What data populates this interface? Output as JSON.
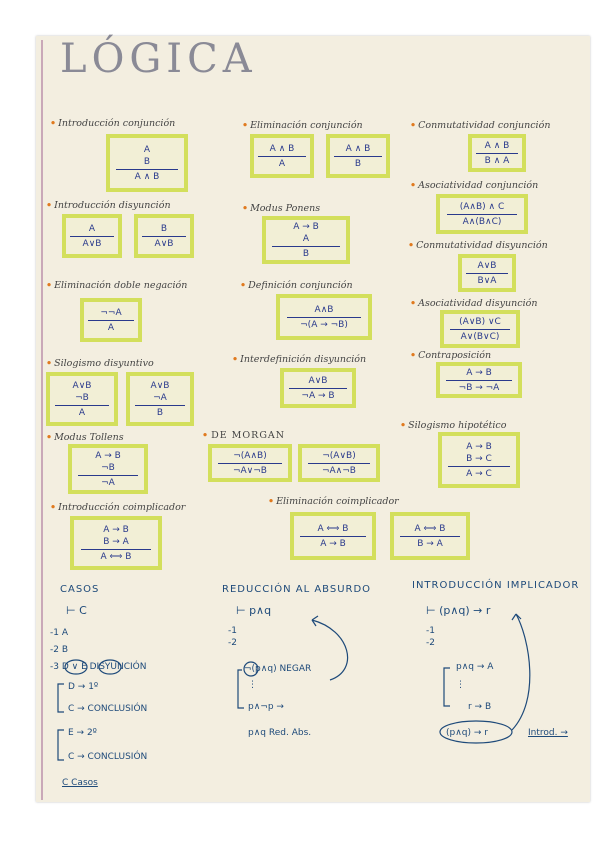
{
  "title": "LÓGICA",
  "rules": [
    {
      "heading": "Introducción conjunción",
      "boxes": [
        [
          "A",
          "B",
          "—",
          "A ∧ B"
        ]
      ]
    },
    {
      "heading": "Eliminación conjunción",
      "boxes": [
        [
          "A ∧ B",
          "—",
          "A"
        ],
        [
          "A ∧ B",
          "—",
          "B"
        ]
      ]
    },
    {
      "heading": "Conmutatividad conjunción",
      "boxes": [
        [
          "A ∧ B",
          "—",
          "B ∧ A"
        ]
      ]
    },
    {
      "heading": "Introducción disyunción",
      "boxes": [
        [
          "A",
          "—",
          "A∨B"
        ],
        [
          "B",
          "—",
          "A∨B"
        ]
      ]
    },
    {
      "heading": "Modus Ponens",
      "boxes": [
        [
          "A → B",
          "A",
          "—",
          "B"
        ]
      ]
    },
    {
      "heading": "Asociatividad conjunción",
      "boxes": [
        [
          "(A∧B) ∧ C",
          "—",
          "A∧(B∧C)"
        ]
      ]
    },
    {
      "heading": "Conmutatividad disyunción",
      "boxes": [
        [
          "A∨B",
          "—",
          "B∨A"
        ]
      ]
    },
    {
      "heading": "Eliminación doble negación",
      "boxes": [
        [
          "¬¬A",
          "—",
          "A"
        ]
      ]
    },
    {
      "heading": "Definición conjunción",
      "boxes": [
        [
          "A∧B",
          "—",
          "¬(A → ¬B)"
        ]
      ]
    },
    {
      "heading": "Asociatividad disyunción",
      "boxes": [
        [
          "(A∨B) ∨C",
          "—",
          "A∨(B∨C)"
        ]
      ]
    },
    {
      "heading": "Silogismo disyuntivo",
      "boxes": [
        [
          "A∨B",
          "¬B",
          "—",
          "A"
        ],
        [
          "A∨B",
          "¬A",
          "—",
          "B"
        ]
      ]
    },
    {
      "heading": "Interdefinición disyunción",
      "boxes": [
        [
          "A∨B",
          "—",
          "¬A → B"
        ]
      ]
    },
    {
      "heading": "Contraposición",
      "boxes": [
        [
          "A → B",
          "—",
          "¬B → ¬A"
        ]
      ]
    },
    {
      "heading": "Modus Tollens",
      "boxes": [
        [
          "A → B",
          "¬B",
          "—",
          "¬A"
        ]
      ]
    },
    {
      "heading": "DE MORGAN",
      "boxes": [
        [
          "¬(A∧B)",
          "—",
          "¬A∨¬B"
        ],
        [
          "¬(A∨B)",
          "—",
          "¬A∧¬B"
        ]
      ]
    },
    {
      "heading": "Silogismo hipotético",
      "boxes": [
        [
          "A → B",
          "B → C",
          "—",
          "A → C"
        ]
      ]
    },
    {
      "heading": "Introducción coimplicador",
      "boxes": [
        [
          "A → B",
          "B → A",
          "—",
          "A ⟺ B"
        ]
      ]
    },
    {
      "heading": "Eliminación coimplicador",
      "boxes": [
        [
          "A ⟺ B",
          "—",
          "A → B"
        ],
        [
          "A ⟺ B",
          "—",
          "B → A"
        ]
      ]
    }
  ],
  "casos": {
    "title": "CASOS",
    "lines": [
      "⊢ C",
      "-1 A",
      "-2 B",
      "-3 D ∨ E  DISYUNCIÓN",
      "D → 1º",
      "C → CONCLUSIÓN",
      "E → 2º",
      "C → CONCLUSIÓN",
      "C  Casos"
    ]
  },
  "reduccion": {
    "title": "REDUCCIÓN AL ABSURDO",
    "lines": [
      "⊢ p∧q",
      "-1",
      "-2",
      "¬(p∧q) NEGAR",
      "⋮",
      "p∧¬p → ",
      "p∧q  Red. Abs."
    ]
  },
  "introduccion": {
    "title": "INTRODUCCIÓN IMPLICADOR",
    "lines": [
      "⊢ (p∧q) → r",
      "-1",
      "-2",
      "p∧q → A",
      "⋮",
      "r → B",
      "(p∧q) → r",
      "Introd. →"
    ]
  }
}
